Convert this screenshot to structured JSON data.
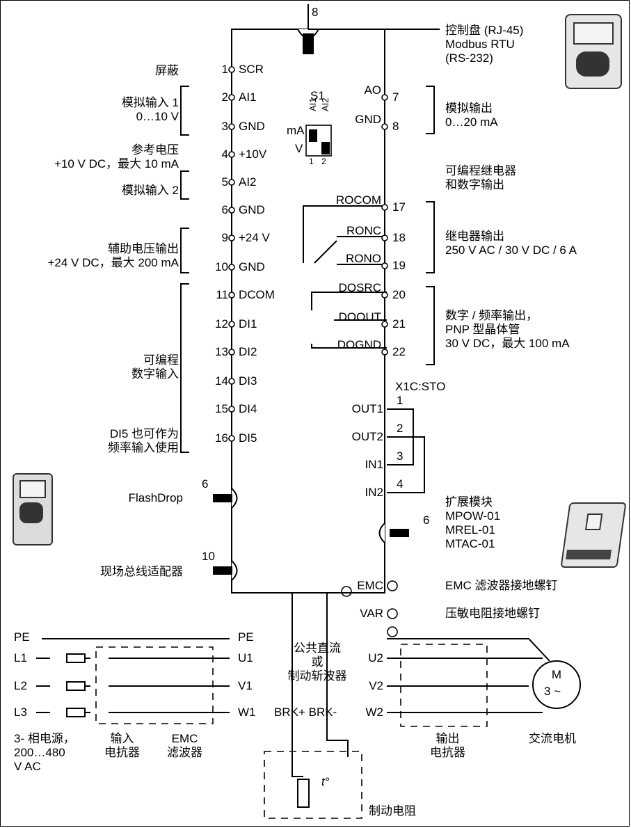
{
  "cable_counts": {
    "keypad": "8",
    "flashdrop": "6",
    "fieldbus": "10",
    "extension": "6"
  },
  "panel": {
    "l1": "控制盘 (RJ-45)",
    "l2": "Modbus RTU",
    "l3": "(RS-232)"
  },
  "left": {
    "shield": "屏蔽",
    "ai1_l1": "模拟输入 1",
    "ai1_l2": "0…10 V",
    "ref_l1": "参考电压",
    "ref_l2": "+10 V DC，最大 10 mA",
    "ai2": "模拟输入 2",
    "aux_l1": "辅助电压输出",
    "aux_l2": "+24 V DC，最大 200 mA",
    "di_l1": "可编程",
    "di_l2": "数字输入",
    "di5_l1": "DI5 也可作为",
    "di5_l2": "频率输入使用",
    "flashdrop": "FlashDrop",
    "fieldbus": "现场总线适配器"
  },
  "terminals_left": [
    {
      "num": "1",
      "label": "SCR"
    },
    {
      "num": "2",
      "label": "AI1"
    },
    {
      "num": "3",
      "label": "GND"
    },
    {
      "num": "4",
      "label": "+10V"
    },
    {
      "num": "5",
      "label": "AI2"
    },
    {
      "num": "6",
      "label": "GND"
    },
    {
      "num": "9",
      "label": "+24 V"
    },
    {
      "num": "10",
      "label": "GND"
    },
    {
      "num": "11",
      "label": "DCOM"
    },
    {
      "num": "12",
      "label": "DI1"
    },
    {
      "num": "13",
      "label": "DI2"
    },
    {
      "num": "14",
      "label": "DI3"
    },
    {
      "num": "15",
      "label": "DI4"
    },
    {
      "num": "16",
      "label": "DI5"
    }
  ],
  "switch": {
    "title": "S1",
    "ai1": "AI1",
    "ai2": "AI2",
    "ma": "mA",
    "v": "V",
    "pos1": "1",
    "pos2": "2"
  },
  "terminals_right": [
    {
      "label": "AO",
      "num": "7"
    },
    {
      "label": "GND",
      "num": "8"
    },
    {
      "label": "ROCOM",
      "num": "17"
    },
    {
      "label": "RONC",
      "num": "18"
    },
    {
      "label": "RONO",
      "num": "19"
    },
    {
      "label": "DOSRC",
      "num": "20"
    },
    {
      "label": "DOOUT",
      "num": "21"
    },
    {
      "label": "DOGND",
      "num": "22"
    }
  ],
  "right": {
    "ao_l1": "模拟输出",
    "ao_l2": "0…20 mA",
    "prog_l1": "可编程继电器",
    "prog_l2": "和数字输出",
    "relay_l1": "继电器输出",
    "relay_l2": "250 V AC / 30 V DC / 6 A",
    "do_l1": "数字 / 频率输出，",
    "do_l2": "PNP  型晶体管",
    "do_l3": "30 V DC，最大  100 mA",
    "ext_l1": "扩展模块",
    "ext_l2": "MPOW-01",
    "ext_l3": "MREL-01",
    "ext_l4": "MTAC-01",
    "emc_screw": "EMC 滤波器接地螺钉",
    "var_screw": "压敏电阻接地螺钉"
  },
  "sto": {
    "title": "X1C:STO",
    "out1": "OUT1",
    "out2": "OUT2",
    "in1": "IN1",
    "in2": "IN2",
    "p1": "1",
    "p2": "2",
    "p3": "3",
    "p4": "4"
  },
  "screws": {
    "emc": "EMC",
    "var": "VAR"
  },
  "power": {
    "pe": "PE",
    "l1": "L1",
    "l2": "L2",
    "l3": "L3",
    "pe_t": "PE",
    "u1": "U1",
    "v1": "V1",
    "w1": "W1",
    "supply_l1": "3- 相电源，",
    "supply_l2": "200…480",
    "supply_l3": "V AC",
    "reactor_l1": "输入",
    "reactor_l2": "电抗器",
    "emc_l1": "EMC",
    "emc_l2": "滤波器",
    "dc_l1": "公共直流",
    "dc_l2": "或",
    "dc_l3": "制动斩波器",
    "brk": "BRK+ BRK-",
    "u2": "U2",
    "v2": "V2",
    "w2": "W2",
    "out_l1": "输出",
    "out_l2": "电抗器",
    "motor_m": "M",
    "motor_phase": "3 ~",
    "motor_label": "交流电机",
    "brake_t": "t°",
    "brake_res": "制动电阻"
  }
}
